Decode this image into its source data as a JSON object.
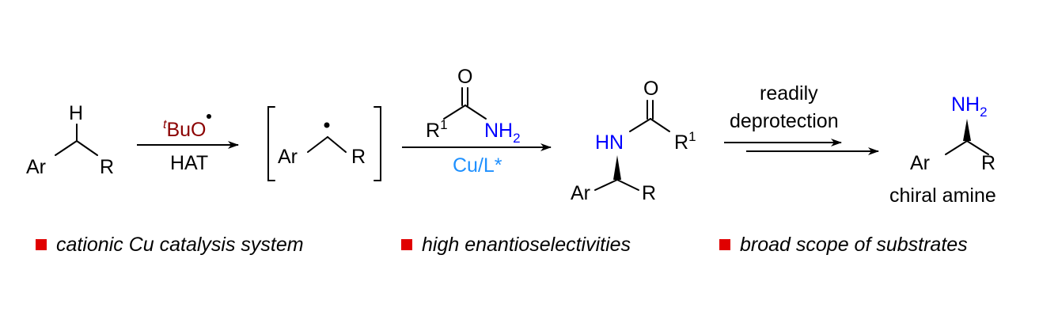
{
  "colors": {
    "black": "#000000",
    "red": "#e00000",
    "blue": "#0000ff",
    "lightblue": "#1e90ff",
    "darkred": "#8b0000"
  },
  "substrate": {
    "h": "H",
    "ar": "Ar",
    "r": "R"
  },
  "step1": {
    "reagent_sup": "t",
    "reagent": "BuO",
    "condition": "HAT"
  },
  "radical": {
    "ar": "Ar",
    "r": "R"
  },
  "amide": {
    "o": "O",
    "r1": "R",
    "r1_sup": "1",
    "nh2": "NH",
    "nh2_sub": "2"
  },
  "catalyst": "Cu/L*",
  "product": {
    "o": "O",
    "hn": "HN",
    "r1": "R",
    "r1_sup": "1",
    "ar": "Ar",
    "r": "R"
  },
  "step3": {
    "line1": "readily",
    "line2": "deprotection"
  },
  "amine": {
    "nh2": "NH",
    "nh2_sub": "2",
    "ar": "Ar",
    "r": "R",
    "caption": "chiral amine"
  },
  "bullets": [
    "cationic Cu catalysis system",
    "high enantioselectivities",
    "broad scope of substrates"
  ]
}
